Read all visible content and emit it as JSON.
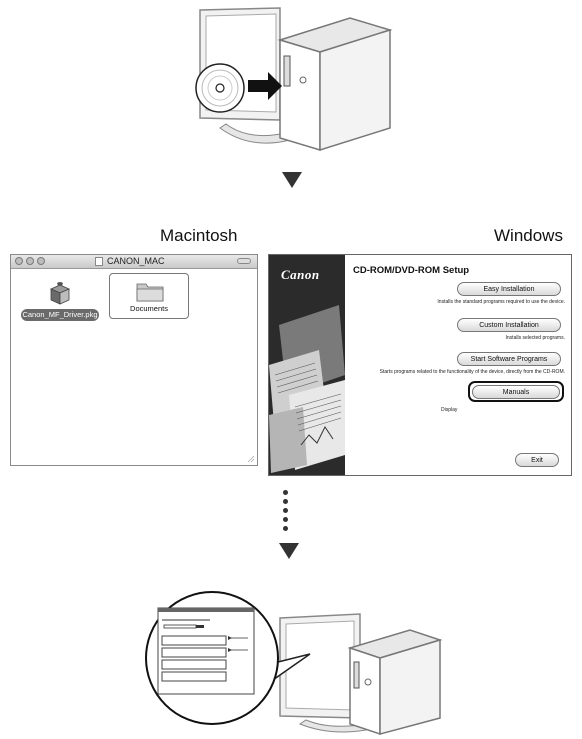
{
  "labels": {
    "macintosh": "Macintosh",
    "windows": "Windows"
  },
  "mac_window": {
    "title": "CANON_MAC",
    "files": [
      {
        "name": "Canon_MF_Driver.pkg",
        "icon": "package-icon",
        "selected": true
      },
      {
        "name": "Documents",
        "icon": "folder-icon",
        "selected": false
      }
    ]
  },
  "setup_window": {
    "brand": "Canon",
    "title": "CD-ROM/DVD-ROM Setup",
    "buttons": {
      "easy": "Easy Installation",
      "custom": "Custom Installation",
      "start": "Start Software Programs",
      "manuals": "Manuals",
      "exit": "Exit"
    },
    "descriptions": {
      "easy": "Installs the standard programs required to use the device.",
      "custom": "Installs selected programs.",
      "start": "Starts programs related to the functionality of the device, directly from the CD-ROM.",
      "manuals": "Display"
    }
  },
  "colors": {
    "arrow": "#333333",
    "highlight": "#111111"
  }
}
